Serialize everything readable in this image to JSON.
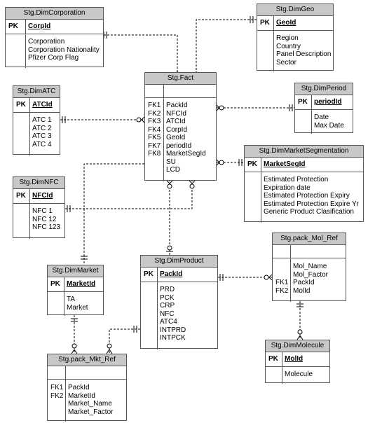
{
  "entities": {
    "dim_corporation": {
      "title": "Stg.DimCorporation",
      "pk_tag": "PK",
      "pk": "CorpId",
      "attributes": [
        "Corporation",
        "Corporation Nationality",
        "Pfizer Corp Flag"
      ]
    },
    "dim_geo": {
      "title": "Stg.DimGeo",
      "pk_tag": "PK",
      "pk": "GeoId",
      "attributes": [
        "Region",
        "Country",
        "Panel Description",
        "Sector"
      ]
    },
    "fact": {
      "title": "Stg.Fact",
      "fk_tags": [
        "FK1",
        "FK2",
        "FK3",
        "FK4",
        "FK5",
        "FK7",
        "FK8"
      ],
      "attributes": [
        "PackId",
        "NFCId",
        "ATCId",
        "CorpId",
        "GeoId",
        "periodId",
        "MarketSegId",
        "SU",
        "LCD"
      ]
    },
    "dim_atc": {
      "title": "Stg.DimATC",
      "pk_tag": "PK",
      "pk": "ATCId",
      "attributes": [
        "ATC 1",
        "ATC 2",
        "ATC 3",
        "ATC 4"
      ]
    },
    "dim_period": {
      "title": "Stg.DimPeriod",
      "pk_tag": "PK",
      "pk": "periodId",
      "attributes": [
        "Date",
        "Max Date"
      ]
    },
    "dim_market_segmentation": {
      "title": "Stg.DimMarketSegmentation",
      "pk_tag": "PK",
      "pk": "MarketSegId",
      "attributes": [
        "Estimated Protection",
        "Expiration date",
        "Estimated Protection  Expiry",
        "Estimated Protection Expire Yr",
        "Generic Product Clasification"
      ]
    },
    "dim_nfc": {
      "title": "Stg.DimNFC",
      "pk_tag": "PK",
      "pk": "NFCId",
      "attributes": [
        "NFC 1",
        "NFC 12",
        "NFC 123"
      ]
    },
    "pack_mol_ref": {
      "title": "Stg.pack_Mol_Ref",
      "fk_tags": [
        "FK1",
        "FK2"
      ],
      "attributes": [
        "Mol_Name",
        "Mol_Factor",
        "PackId",
        "MolId"
      ]
    },
    "dim_product": {
      "title": "Stg.DimProduct",
      "pk_tag": "PK",
      "pk": "PackId",
      "attributes": [
        "PRD",
        "PCK",
        "CRP",
        "NFC",
        "ATC4",
        "INTPRD",
        "INTPCK"
      ]
    },
    "dim_market": {
      "title": "Stg.DimMarket",
      "pk_tag": "PK",
      "pk": "MarketId",
      "attributes": [
        "TA",
        "Market"
      ]
    },
    "dim_molecule": {
      "title": "Stg.DimMolecule",
      "pk_tag": "PK",
      "pk": "MolId",
      "attributes": [
        "Molecule"
      ]
    },
    "pack_mkt_ref": {
      "title": "Stg.pack_Mkt_Ref",
      "fk_tags": [
        "FK1",
        "FK2"
      ],
      "attributes": [
        "PackId",
        "MarketId",
        "Market_Name",
        "Market_Factor"
      ]
    }
  }
}
